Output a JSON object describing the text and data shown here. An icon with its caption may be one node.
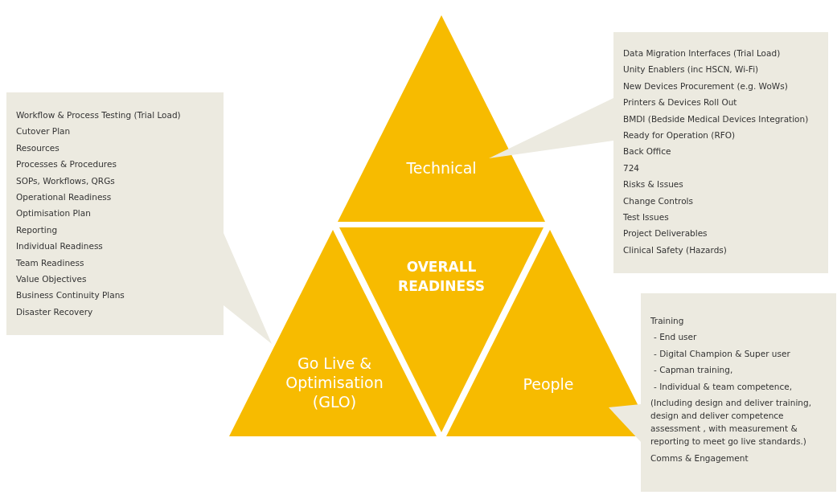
{
  "diagram": {
    "nodes": [
      {
        "text": [
          "Technical"
        ]
      },
      {
        "text": [
          "OVERALL READINESS"
        ]
      },
      {
        "text": [
          "Go Live & Optimisation (GLO)"
        ]
      },
      {
        "text": [
          "People"
        ]
      },
      {
        "text": [
          "Workflow & Process Testing (Trial Load)",
          "Cutover Plan",
          "Resources",
          "Processes & Procedures",
          "SOPs, Workflows, QRGs",
          "Operational Readiness",
          "Optimisation Plan",
          "Reporting",
          "Individual Readiness",
          "Team Readiness",
          "Value Objectives",
          "Business Continuity Plans",
          "Disaster Recovery"
        ]
      },
      {
        "text": [
          "Data Migration Interfaces (Trial Load)",
          "Unity Enablers (inc HSCN, Wi-Fi)",
          "New Devices Procurement (e.g. WoWs)",
          "Printers & Devices Roll Out",
          "BMDI (Bedside Medical Devices Integration)",
          "Ready for Operation (RFO)",
          "Back Office",
          "724",
          "Risks & Issues",
          "Change Controls",
          "Test Issues",
          "Project Deliverables",
          "Clinical Safety (Hazards)"
        ]
      },
      {
        "text": [
          "Training",
          "- End user",
          "- Digital Champion & Super user",
          "- Capman training,",
          "- Individual & team competence,",
          "(Including design and deliver training, design and deliver competence assessment , with measurement & reporting to meet go live standards.)",
          "Comms & Engagement"
        ]
      }
    ]
  }
}
